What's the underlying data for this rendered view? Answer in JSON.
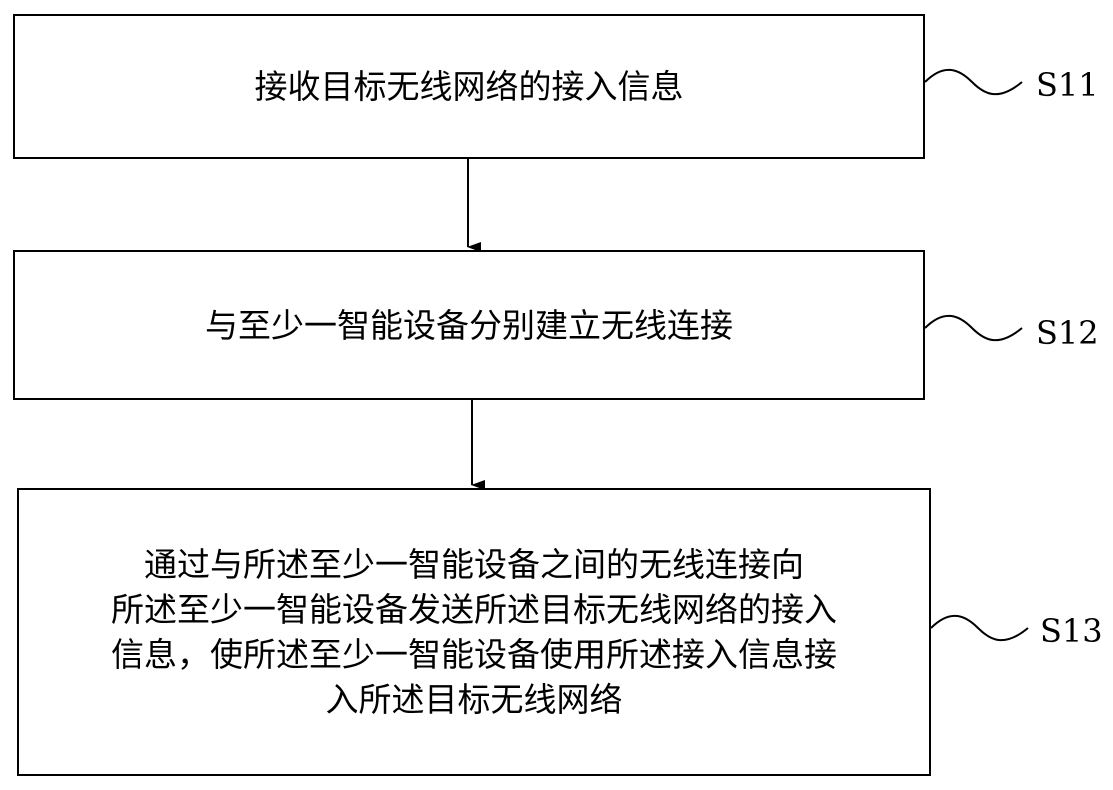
{
  "steps": [
    {
      "id": "S11",
      "lines": [
        "接收目标无线网络的接入信息"
      ]
    },
    {
      "id": "S12",
      "lines": [
        "与至少一智能设备分别建立无线连接"
      ]
    },
    {
      "id": "S13",
      "lines": [
        "通过与所述至少一智能设备之间的无线连接向",
        "所述至少一智能设备发送所述目标无线网络的接入",
        "信息，使所述至少一智能设备使用所述接入信息接",
        "入所述目标无线网络"
      ]
    }
  ]
}
